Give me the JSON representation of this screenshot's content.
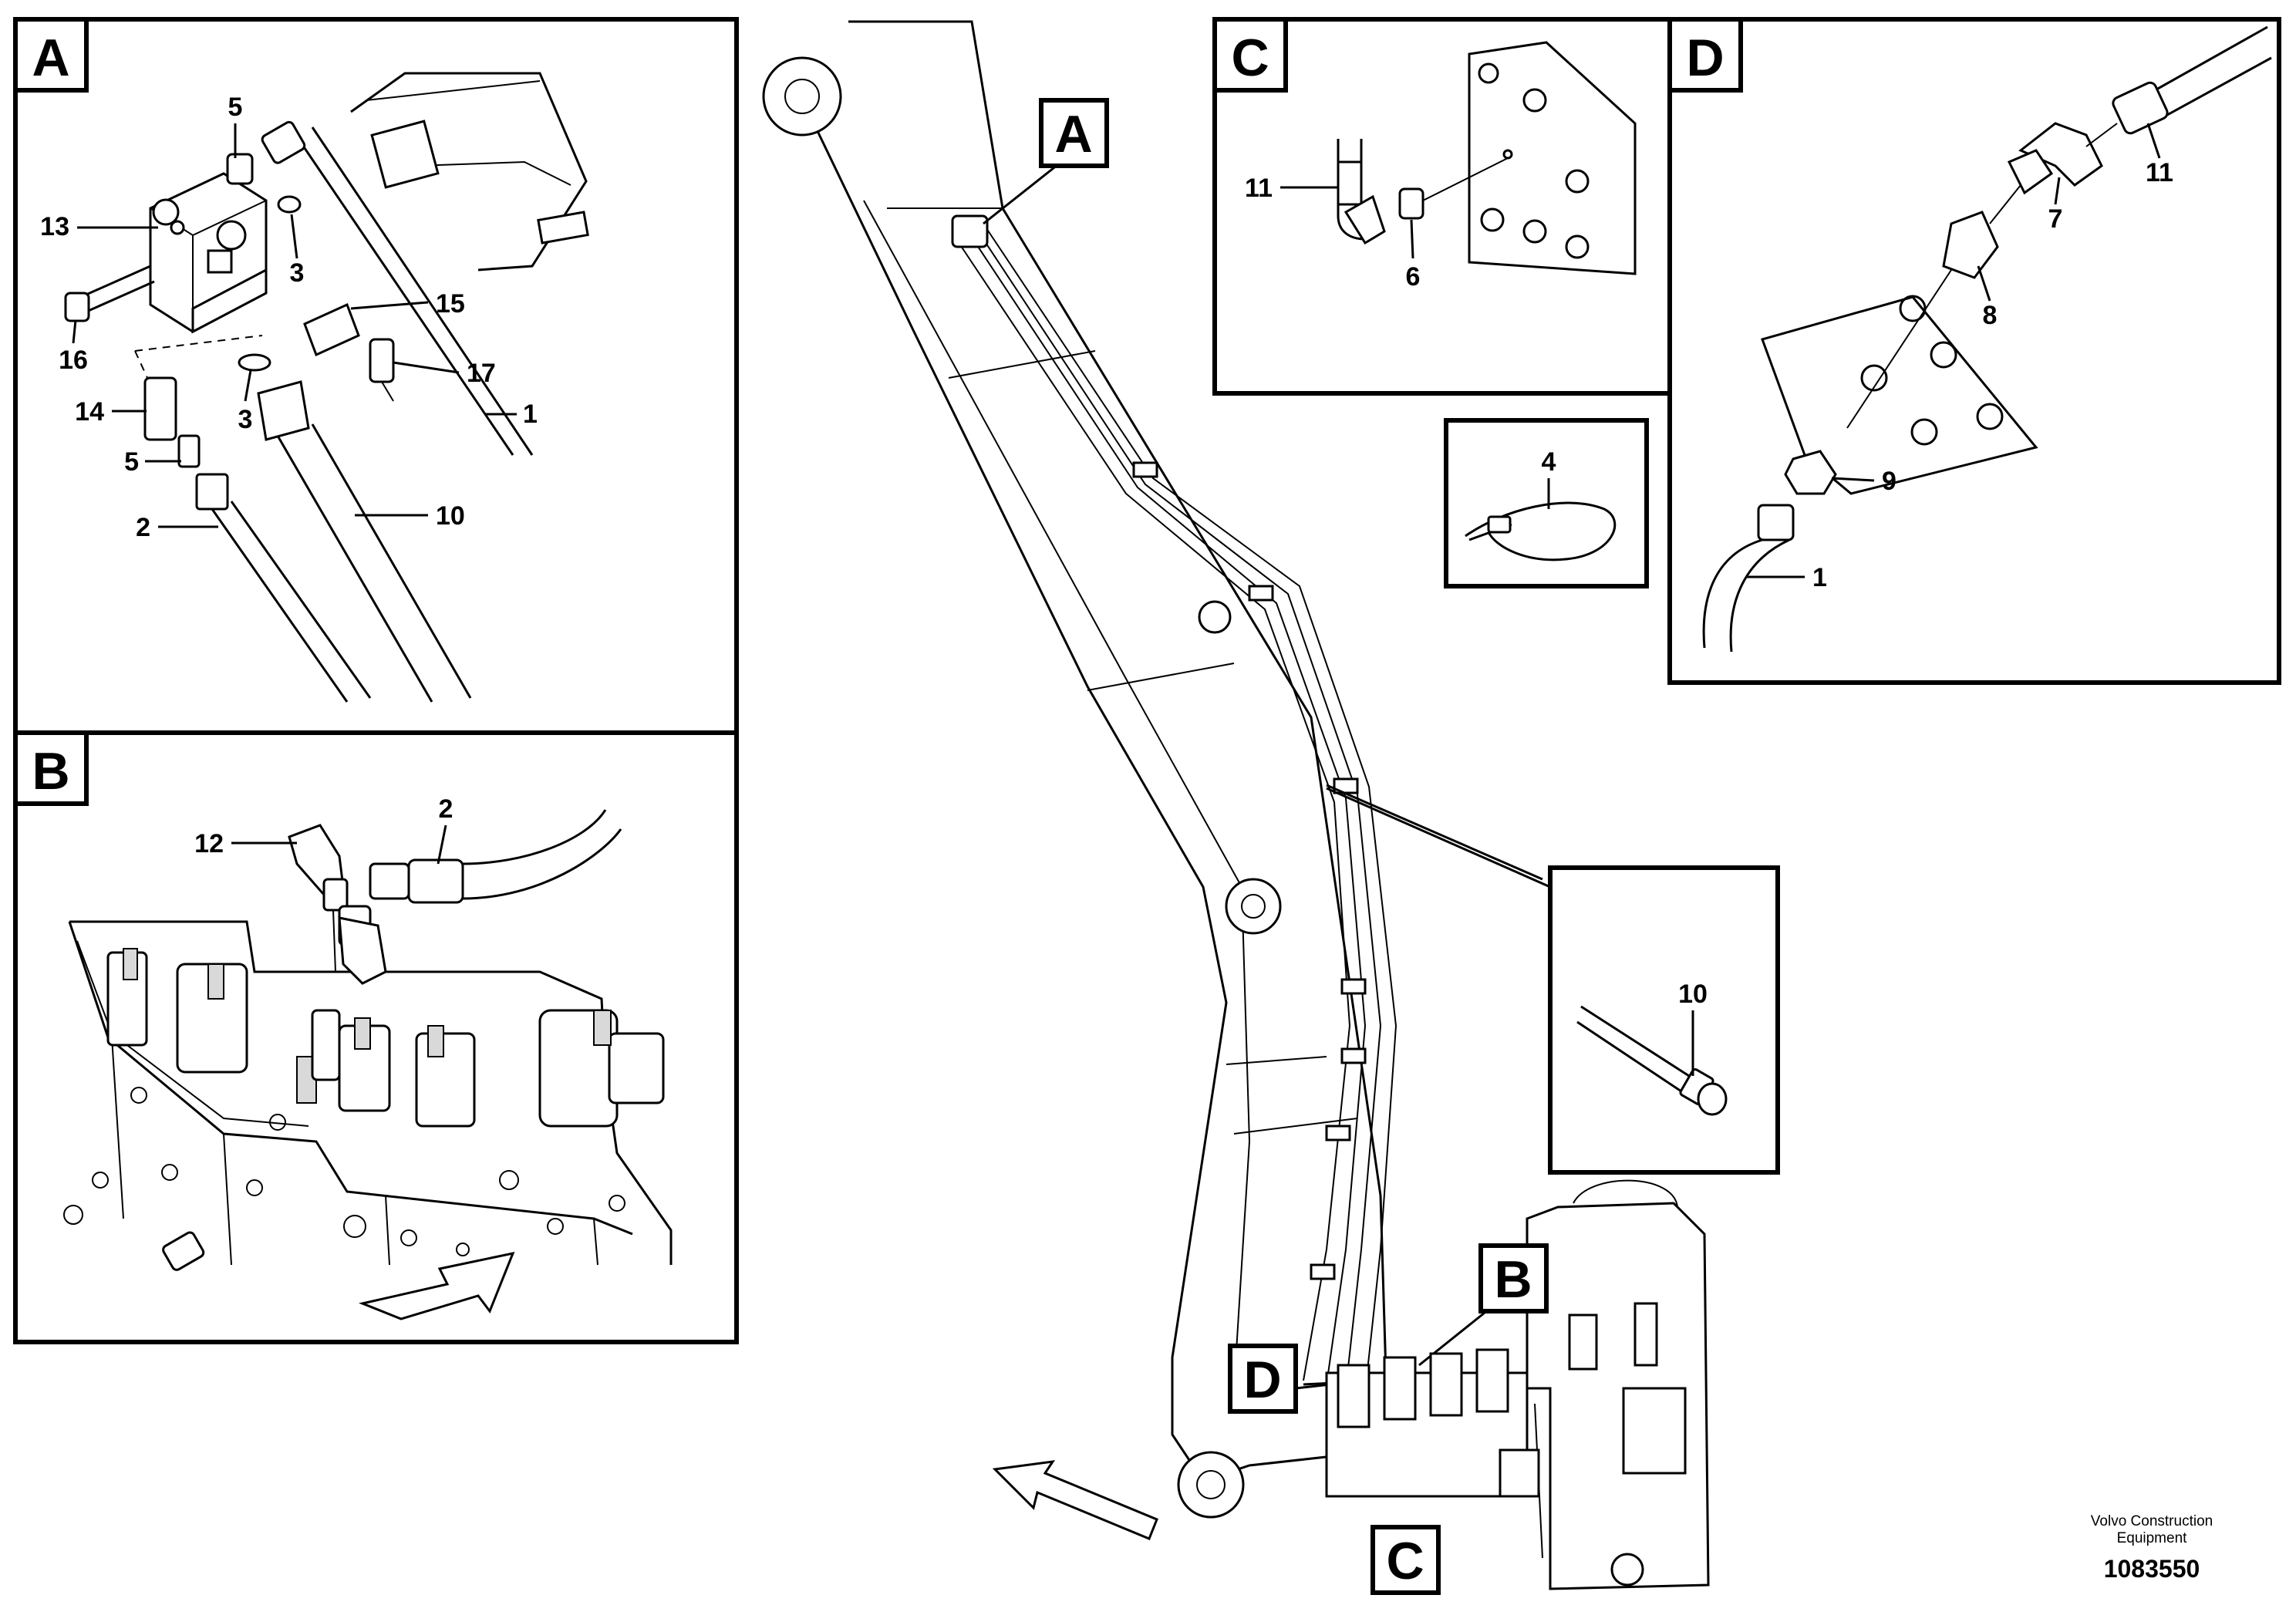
{
  "panels": {
    "A": {
      "tag": "A",
      "callouts": {
        "c5a": "5",
        "c13": "13",
        "c3a": "3",
        "c15": "15",
        "c16": "16",
        "c17": "17",
        "c14": "14",
        "c3b": "3",
        "c1": "1",
        "c5b": "5",
        "c2": "2",
        "c10": "10"
      }
    },
    "B": {
      "tag": "B",
      "callouts": {
        "c12": "12",
        "c2": "2"
      }
    },
    "C": {
      "tag": "C",
      "callouts": {
        "c11": "11",
        "c6": "6"
      }
    },
    "D": {
      "tag": "D",
      "callouts": {
        "c11": "11",
        "c7": "7",
        "c8": "8",
        "c9": "9",
        "c1": "1"
      }
    },
    "tie": {
      "callouts": {
        "c4": "4"
      }
    },
    "hose": {
      "callouts": {
        "c10": "10"
      }
    }
  },
  "overview_tags": {
    "A": "A",
    "B": "B",
    "C": "C",
    "D": "D"
  },
  "footer": {
    "brand_line1": "Volvo Construction",
    "brand_line2": "Equipment",
    "drawing_number": "1083550"
  }
}
